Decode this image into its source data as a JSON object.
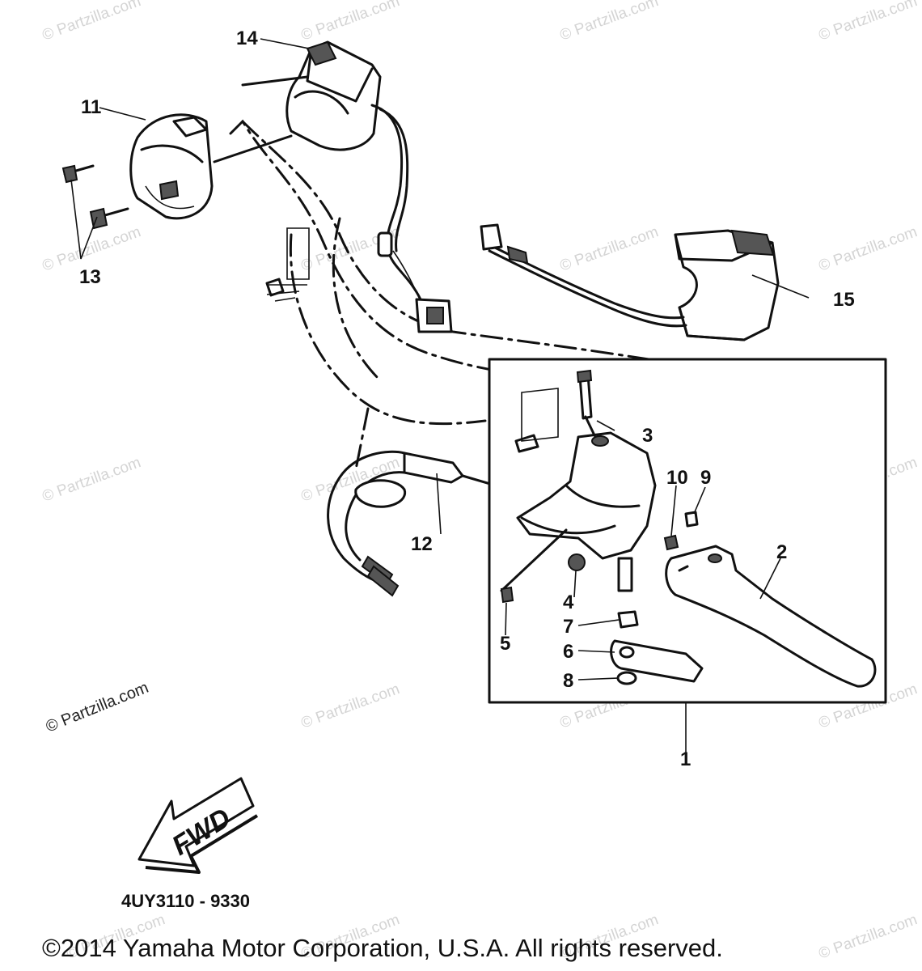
{
  "watermarks": {
    "text": "© Partzilla.com",
    "prominent_text": "© Partzilla.com"
  },
  "callouts": {
    "c1": "1",
    "c2": "2",
    "c3": "3",
    "c4": "4",
    "c5": "5",
    "c6": "6",
    "c7": "7",
    "c8": "8",
    "c9": "9",
    "c10": "10",
    "c11": "11",
    "c12": "12",
    "c13": "13",
    "c14": "14",
    "c15": "15"
  },
  "direction_arrow": {
    "label": "FWD"
  },
  "diagram_code": "4UY3110 - 9330",
  "copyright": "©2014 Yamaha Motor Corporation, U.S.A. All rights reserved."
}
